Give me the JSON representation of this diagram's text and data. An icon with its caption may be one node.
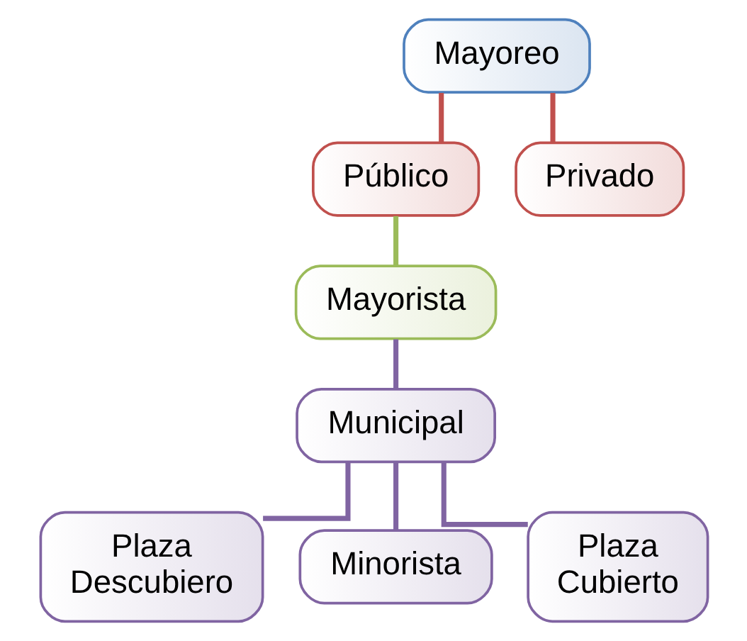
{
  "diagram": {
    "nodes": [
      {
        "text": [
          "Mayoreo"
        ]
      },
      {
        "text": [
          "Público"
        ]
      },
      {
        "text": [
          "Privado"
        ]
      },
      {
        "text": [
          "Mayorista"
        ]
      },
      {
        "text": [
          "Municipal"
        ]
      },
      {
        "text": [
          "Plaza Descubiero"
        ]
      },
      {
        "text": [
          "Minorista"
        ]
      },
      {
        "text": [
          "Plaza Cubierto"
        ]
      }
    ],
    "edges": [
      {
        "from": 0,
        "to": 1,
        "arrow": "none",
        "color": "#c0504d"
      },
      {
        "from": 0,
        "to": 2,
        "arrow": "none",
        "color": "#c0504d"
      },
      {
        "from": 1,
        "to": 3,
        "arrow": "none",
        "color": "#9bbb59"
      },
      {
        "from": 3,
        "to": 4,
        "arrow": "none"
      },
      {
        "from": 4,
        "to": 5,
        "arrow": "none"
      },
      {
        "from": 4,
        "to": 6,
        "arrow": "none"
      },
      {
        "from": 4,
        "to": 7,
        "arrow": "none"
      }
    ]
  }
}
